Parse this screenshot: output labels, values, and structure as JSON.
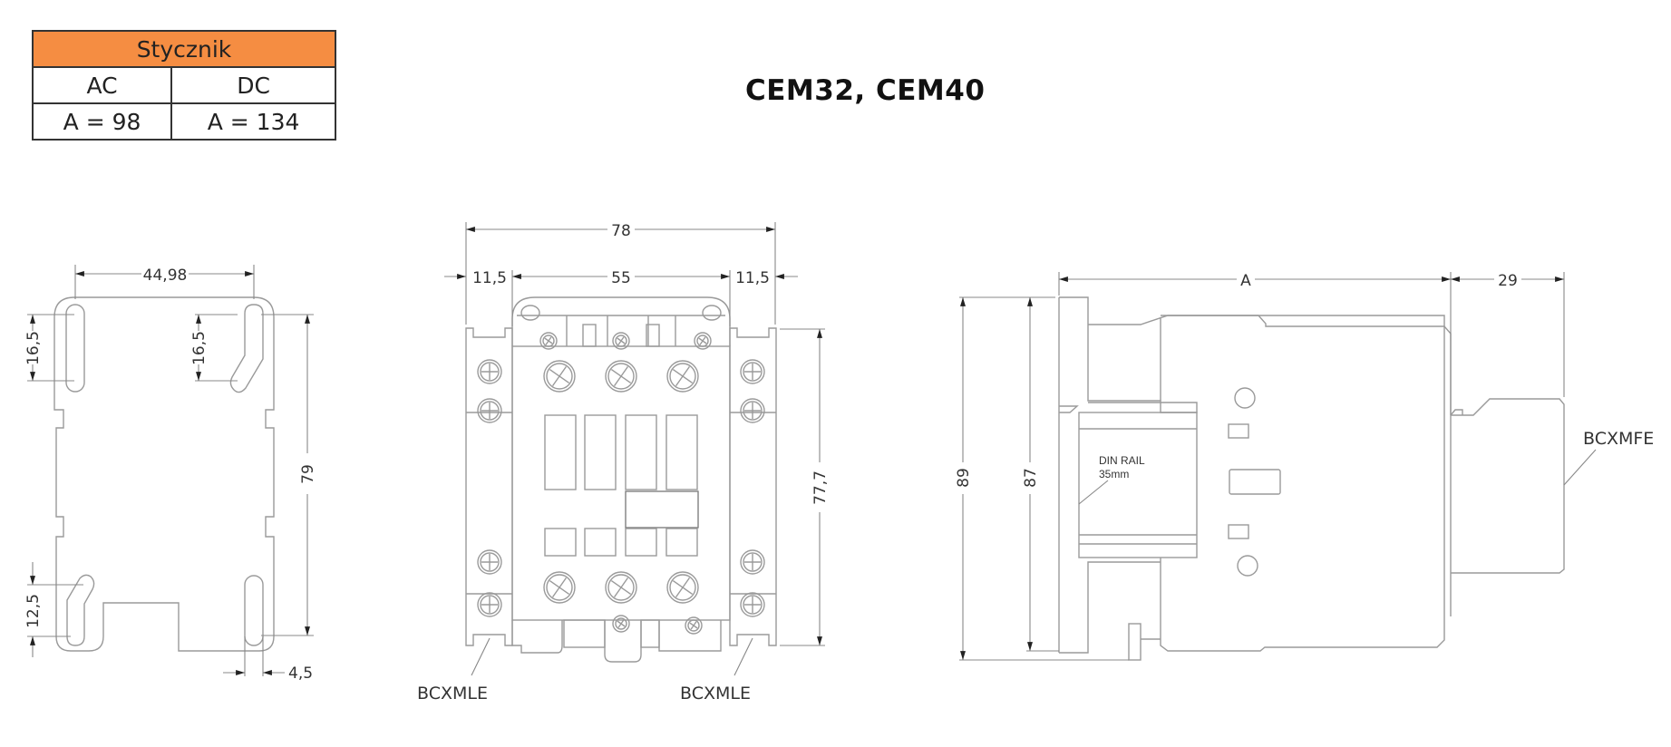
{
  "table": {
    "header": "Stycznik",
    "columns": [
      "AC",
      "DC"
    ],
    "values": [
      "A = 98",
      "A = 134"
    ],
    "header_color": "#f58d42"
  },
  "title": "CEM32, CEM40",
  "mounting_plate": {
    "dims": {
      "width_top": "44,98",
      "slot_left": "16,5",
      "slot_right": "16,5",
      "height": "79",
      "slot_bottom": "12,5",
      "slot_width": "4,5"
    }
  },
  "front_view": {
    "dims": {
      "overall_width": "78",
      "left_module": "11,5",
      "body_width": "55",
      "right_module": "11,5",
      "height": "77,7"
    },
    "labels": {
      "left_accessory": "BCXMLE",
      "right_accessory": "BCXMLE"
    }
  },
  "side_view": {
    "dims": {
      "depth": "A",
      "accessory_depth": "29",
      "overall_height": "89",
      "body_height": "87"
    },
    "labels": {
      "din_rail_line1": "DIN RAIL",
      "din_rail_line2": "35mm",
      "accessory": "BCXMFE"
    }
  }
}
